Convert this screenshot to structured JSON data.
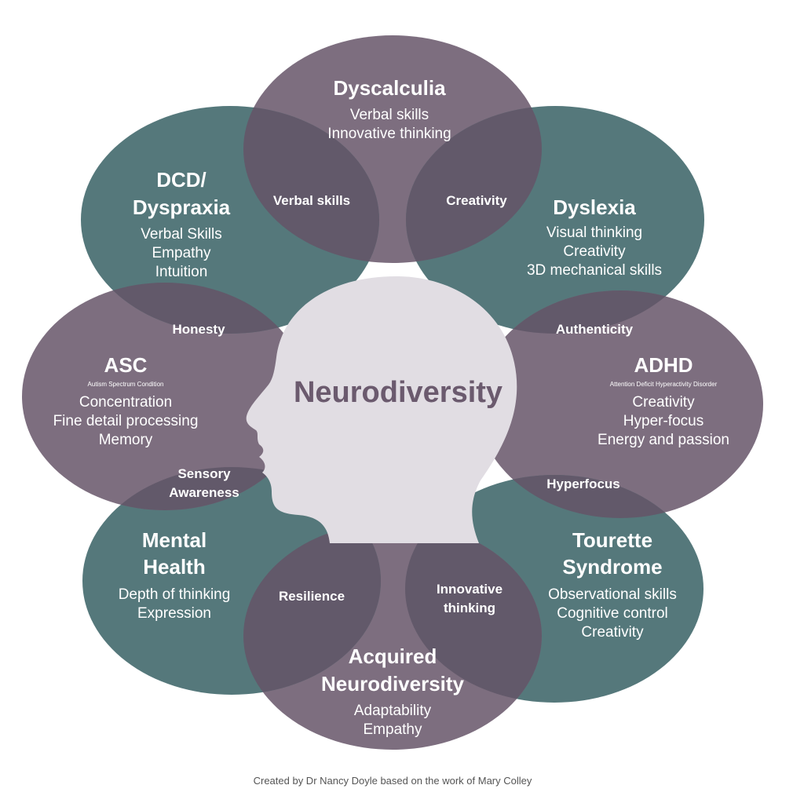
{
  "colors": {
    "purple": "#7d6e7f",
    "teal": "#55787b",
    "overlap": "#62596a",
    "head": "#e1dde3",
    "center_text": "#6b5a6e",
    "credit_text": "#555555"
  },
  "center": {
    "title": "Neurodiversity",
    "icon": "head-silhouette-icon"
  },
  "petals": [
    {
      "id": "dyscalculia",
      "title_lines": [
        "Dyscalculia"
      ],
      "subtitle": "",
      "traits": [
        "Verbal skills",
        "Innovative thinking"
      ]
    },
    {
      "id": "dyslexia",
      "title_lines": [
        "Dyslexia"
      ],
      "subtitle": "",
      "traits": [
        "Visual thinking",
        "Creativity",
        "3D mechanical skills"
      ]
    },
    {
      "id": "adhd",
      "title_lines": [
        "ADHD"
      ],
      "subtitle": "Attention Deficit Hyperactivity Disorder",
      "traits": [
        "Creativity",
        "Hyper-focus",
        "Energy and passion"
      ]
    },
    {
      "id": "tourette",
      "title_lines": [
        "Tourette",
        "Syndrome"
      ],
      "subtitle": "",
      "traits": [
        "Observational skills",
        "Cognitive control",
        "Creativity"
      ]
    },
    {
      "id": "acquired",
      "title_lines": [
        "Acquired",
        "Neurodiversity"
      ],
      "subtitle": "",
      "traits": [
        "Adaptability",
        "Empathy"
      ]
    },
    {
      "id": "mental-health",
      "title_lines": [
        "Mental",
        "Health"
      ],
      "subtitle": "",
      "traits": [
        "Depth of thinking",
        "Expression"
      ]
    },
    {
      "id": "asc",
      "title_lines": [
        "ASC"
      ],
      "subtitle": "Autism Spectrum Condition",
      "traits": [
        "Concentration",
        "Fine detail processing",
        "Memory"
      ]
    },
    {
      "id": "dcd",
      "title_lines": [
        "DCD/",
        "Dyspraxia"
      ],
      "subtitle": "",
      "traits": [
        "Verbal Skills",
        "Empathy",
        "Intuition"
      ]
    }
  ],
  "overlaps": [
    {
      "id": "creativity",
      "lines": [
        "Creativity"
      ]
    },
    {
      "id": "authenticity",
      "lines": [
        "Authenticity"
      ]
    },
    {
      "id": "hyperfocus",
      "lines": [
        "Hyperfocus"
      ]
    },
    {
      "id": "innovative-thinking",
      "lines": [
        "Innovative",
        "thinking"
      ]
    },
    {
      "id": "resilience",
      "lines": [
        "Resilience"
      ]
    },
    {
      "id": "sensory-awareness",
      "lines": [
        "Sensory",
        "Awareness"
      ]
    },
    {
      "id": "honesty",
      "lines": [
        "Honesty"
      ]
    },
    {
      "id": "verbal-skills",
      "lines": [
        "Verbal skills"
      ]
    }
  ],
  "credit": "Created by Dr Nancy Doyle based on the work of Mary Colley"
}
